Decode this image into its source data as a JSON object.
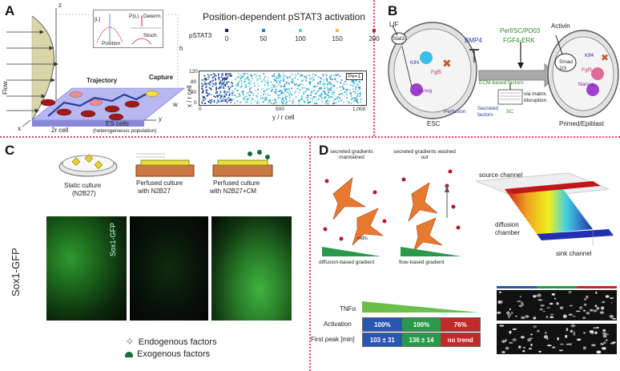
{
  "panels": {
    "a": {
      "label": "A",
      "title": "Position-dependent pSTAT3 activation",
      "legend_title": "pSTAT3",
      "legend_values": [
        "0",
        "50",
        "100",
        "150",
        "200"
      ],
      "legend_colors": [
        "#1a1a5a",
        "#2a7ac0",
        "#5dd6cf",
        "#e8c23a",
        "#b32424"
      ],
      "pe_label": "Pe=1",
      "ylabel": "x / r cell",
      "xlabel": "y / r cell",
      "y_ticks": [
        "120",
        "80",
        "40",
        "0"
      ],
      "x_ticks": [
        "0",
        "500",
        "1,000"
      ],
      "schematic": {
        "flow": "Flow",
        "trajectory": "Trajectory",
        "capture": "Capture",
        "es_cells": "ES cells",
        "es_cells_sub": "(heterogeneous population)",
        "r_cell": "2r cell",
        "w": "w",
        "h": "h",
        "z": "z",
        "x": "x",
        "y": "y",
        "inset_determ": "Determ.",
        "inset_stoch": "Stoch.",
        "inset_position": "Position",
        "inset_l": "[L]",
        "inset_pl": "P(L)"
      }
    },
    "b": {
      "label": "B",
      "lif": "LIF",
      "stat3": "Stat3",
      "klf4": "Klf4",
      "fgf5": "Fgf5",
      "nanog": "Nanog",
      "bmp4": "BMP4",
      "perf": "Perf/SC/PD03",
      "fgf4": "FGF4-ERK",
      "ecm": "ECM-based factors",
      "matrix": "via matrix disruption",
      "perfusion": "Perfusion",
      "secreted": "Secreted factors",
      "sc": "SC",
      "esc": "ESC",
      "activin": "Activin",
      "smad": "Smad 2/3",
      "klf4b": "Klf4",
      "fgf5b": "Fgf5",
      "nanogb": "Nanog",
      "primed": "Primed/Epiblast"
    },
    "c": {
      "label": "C",
      "static": "Static culture",
      "static_sub": "(N2B27)",
      "perfused1": "Perfused culture",
      "perfused1_sub": "with N2B27",
      "perfused2": "Perfused culture",
      "perfused2_sub": "with N2B27+CM",
      "row_label": "Sox1-GFP",
      "inset_label": "Sox1-GFP",
      "endogenous": "Endogenous factors",
      "exogenous": "Exogenous factors"
    },
    "d": {
      "label": "D",
      "maintained": "secreted gradients maintained",
      "washed": "secreted gradients washed out",
      "cells": "cells",
      "diffusion_gradient": "diffusion-based gradient",
      "flow_gradient": "flow-based gradient",
      "source": "source channel",
      "diffusion_chamber": "diffusion chamber",
      "sink": "sink channel",
      "tnf": "TNFα",
      "activation": "Activation",
      "first_peak": "First peak [min]",
      "activation_values": [
        "100%",
        "100%",
        "76%"
      ],
      "peak_values": [
        "103 ± 31",
        "136 ± 14",
        "no trend"
      ],
      "bar_colors": [
        "#2a55b0",
        "#2a9a4a",
        "#c02a2a"
      ]
    }
  }
}
